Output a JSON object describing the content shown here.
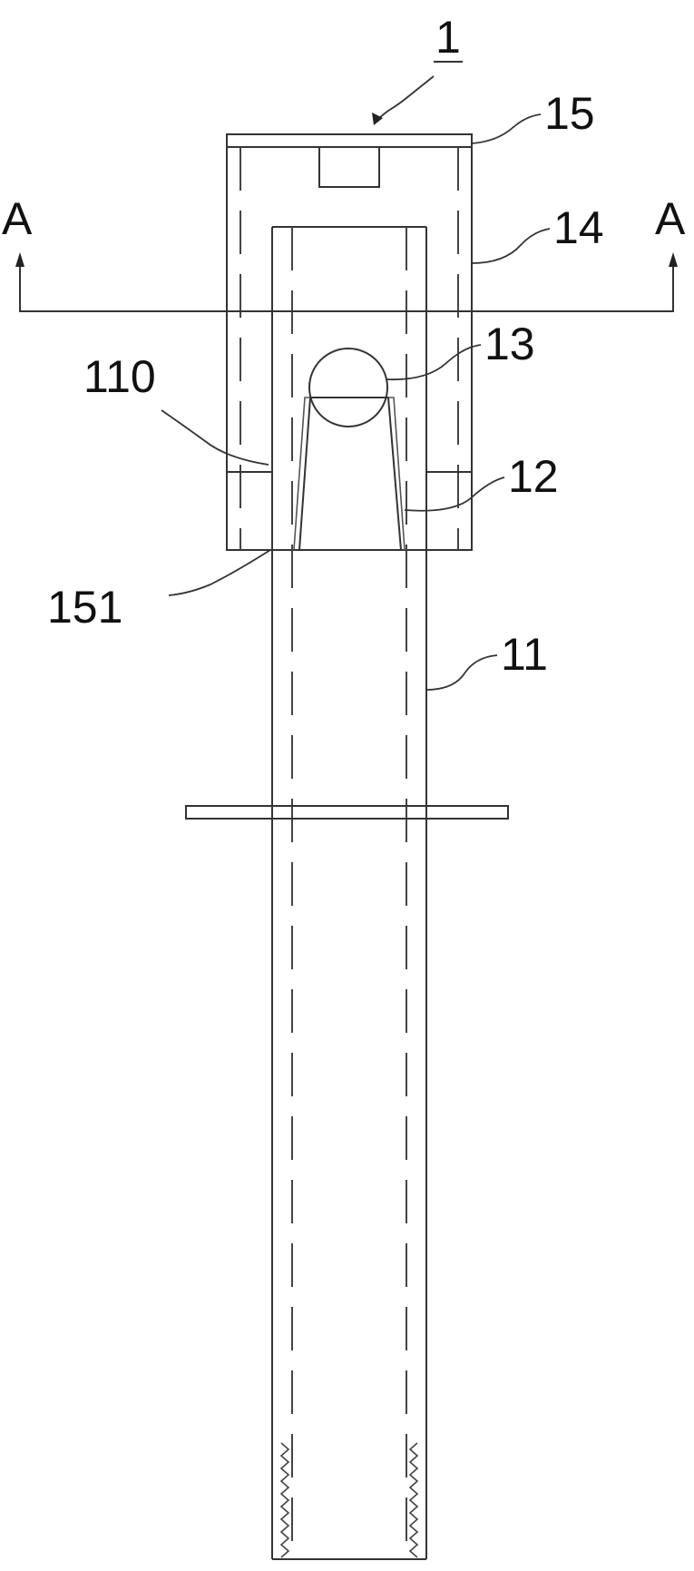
{
  "labels": {
    "assembly": "1",
    "cap": "15",
    "housing": "14",
    "section_left": "A",
    "section_right": "A",
    "ball": "13",
    "inner_ring": "110",
    "cone": "12",
    "bottom_opening": "151",
    "tube": "11"
  }
}
